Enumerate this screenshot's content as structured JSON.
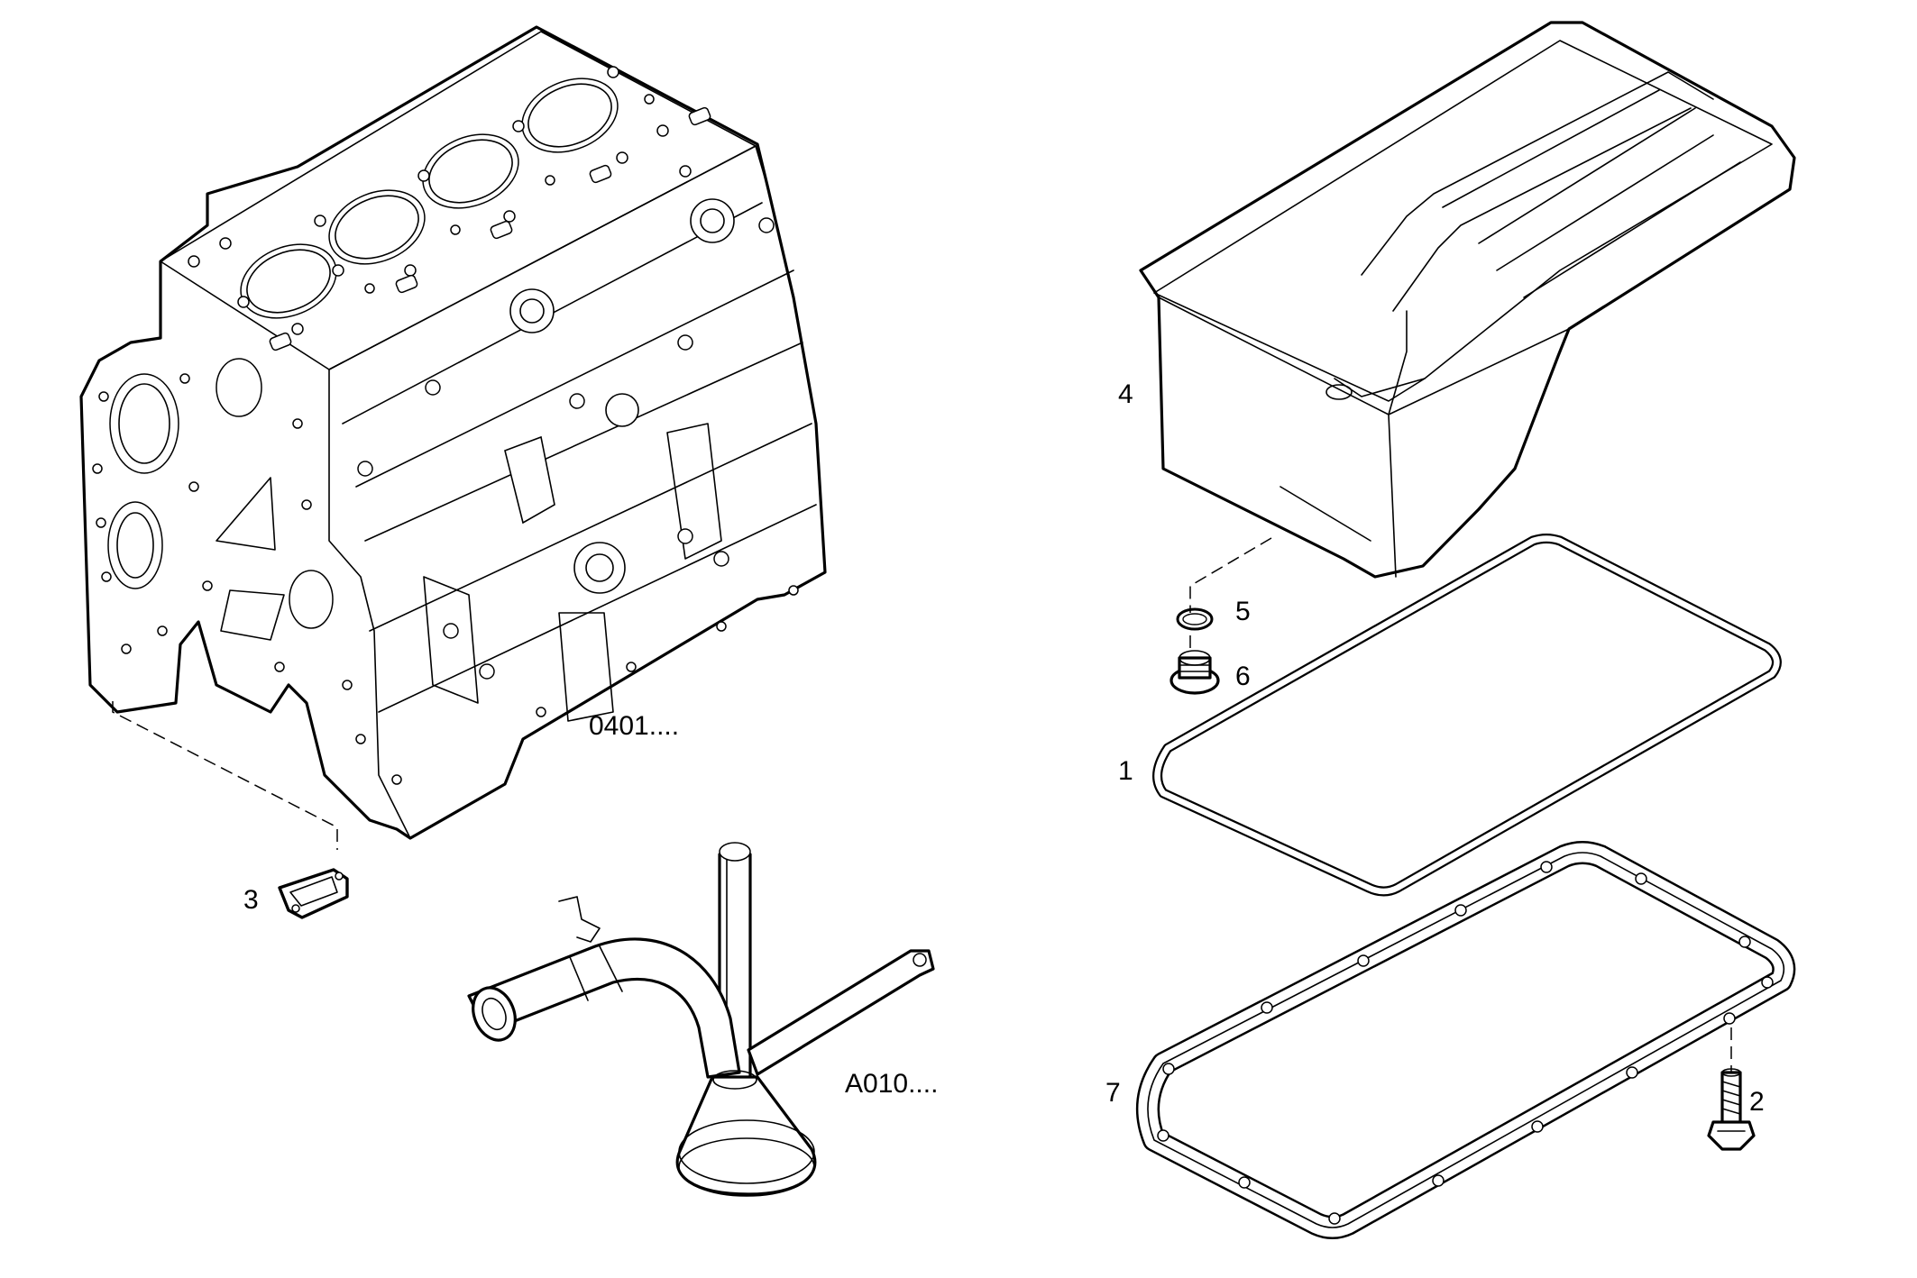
{
  "labels": {
    "part_1": "1",
    "part_2": "2",
    "part_3": "3",
    "part_4": "4",
    "part_5": "5",
    "part_6": "6",
    "part_7": "7",
    "ref_block": "0401....",
    "ref_pump": "A010...."
  }
}
